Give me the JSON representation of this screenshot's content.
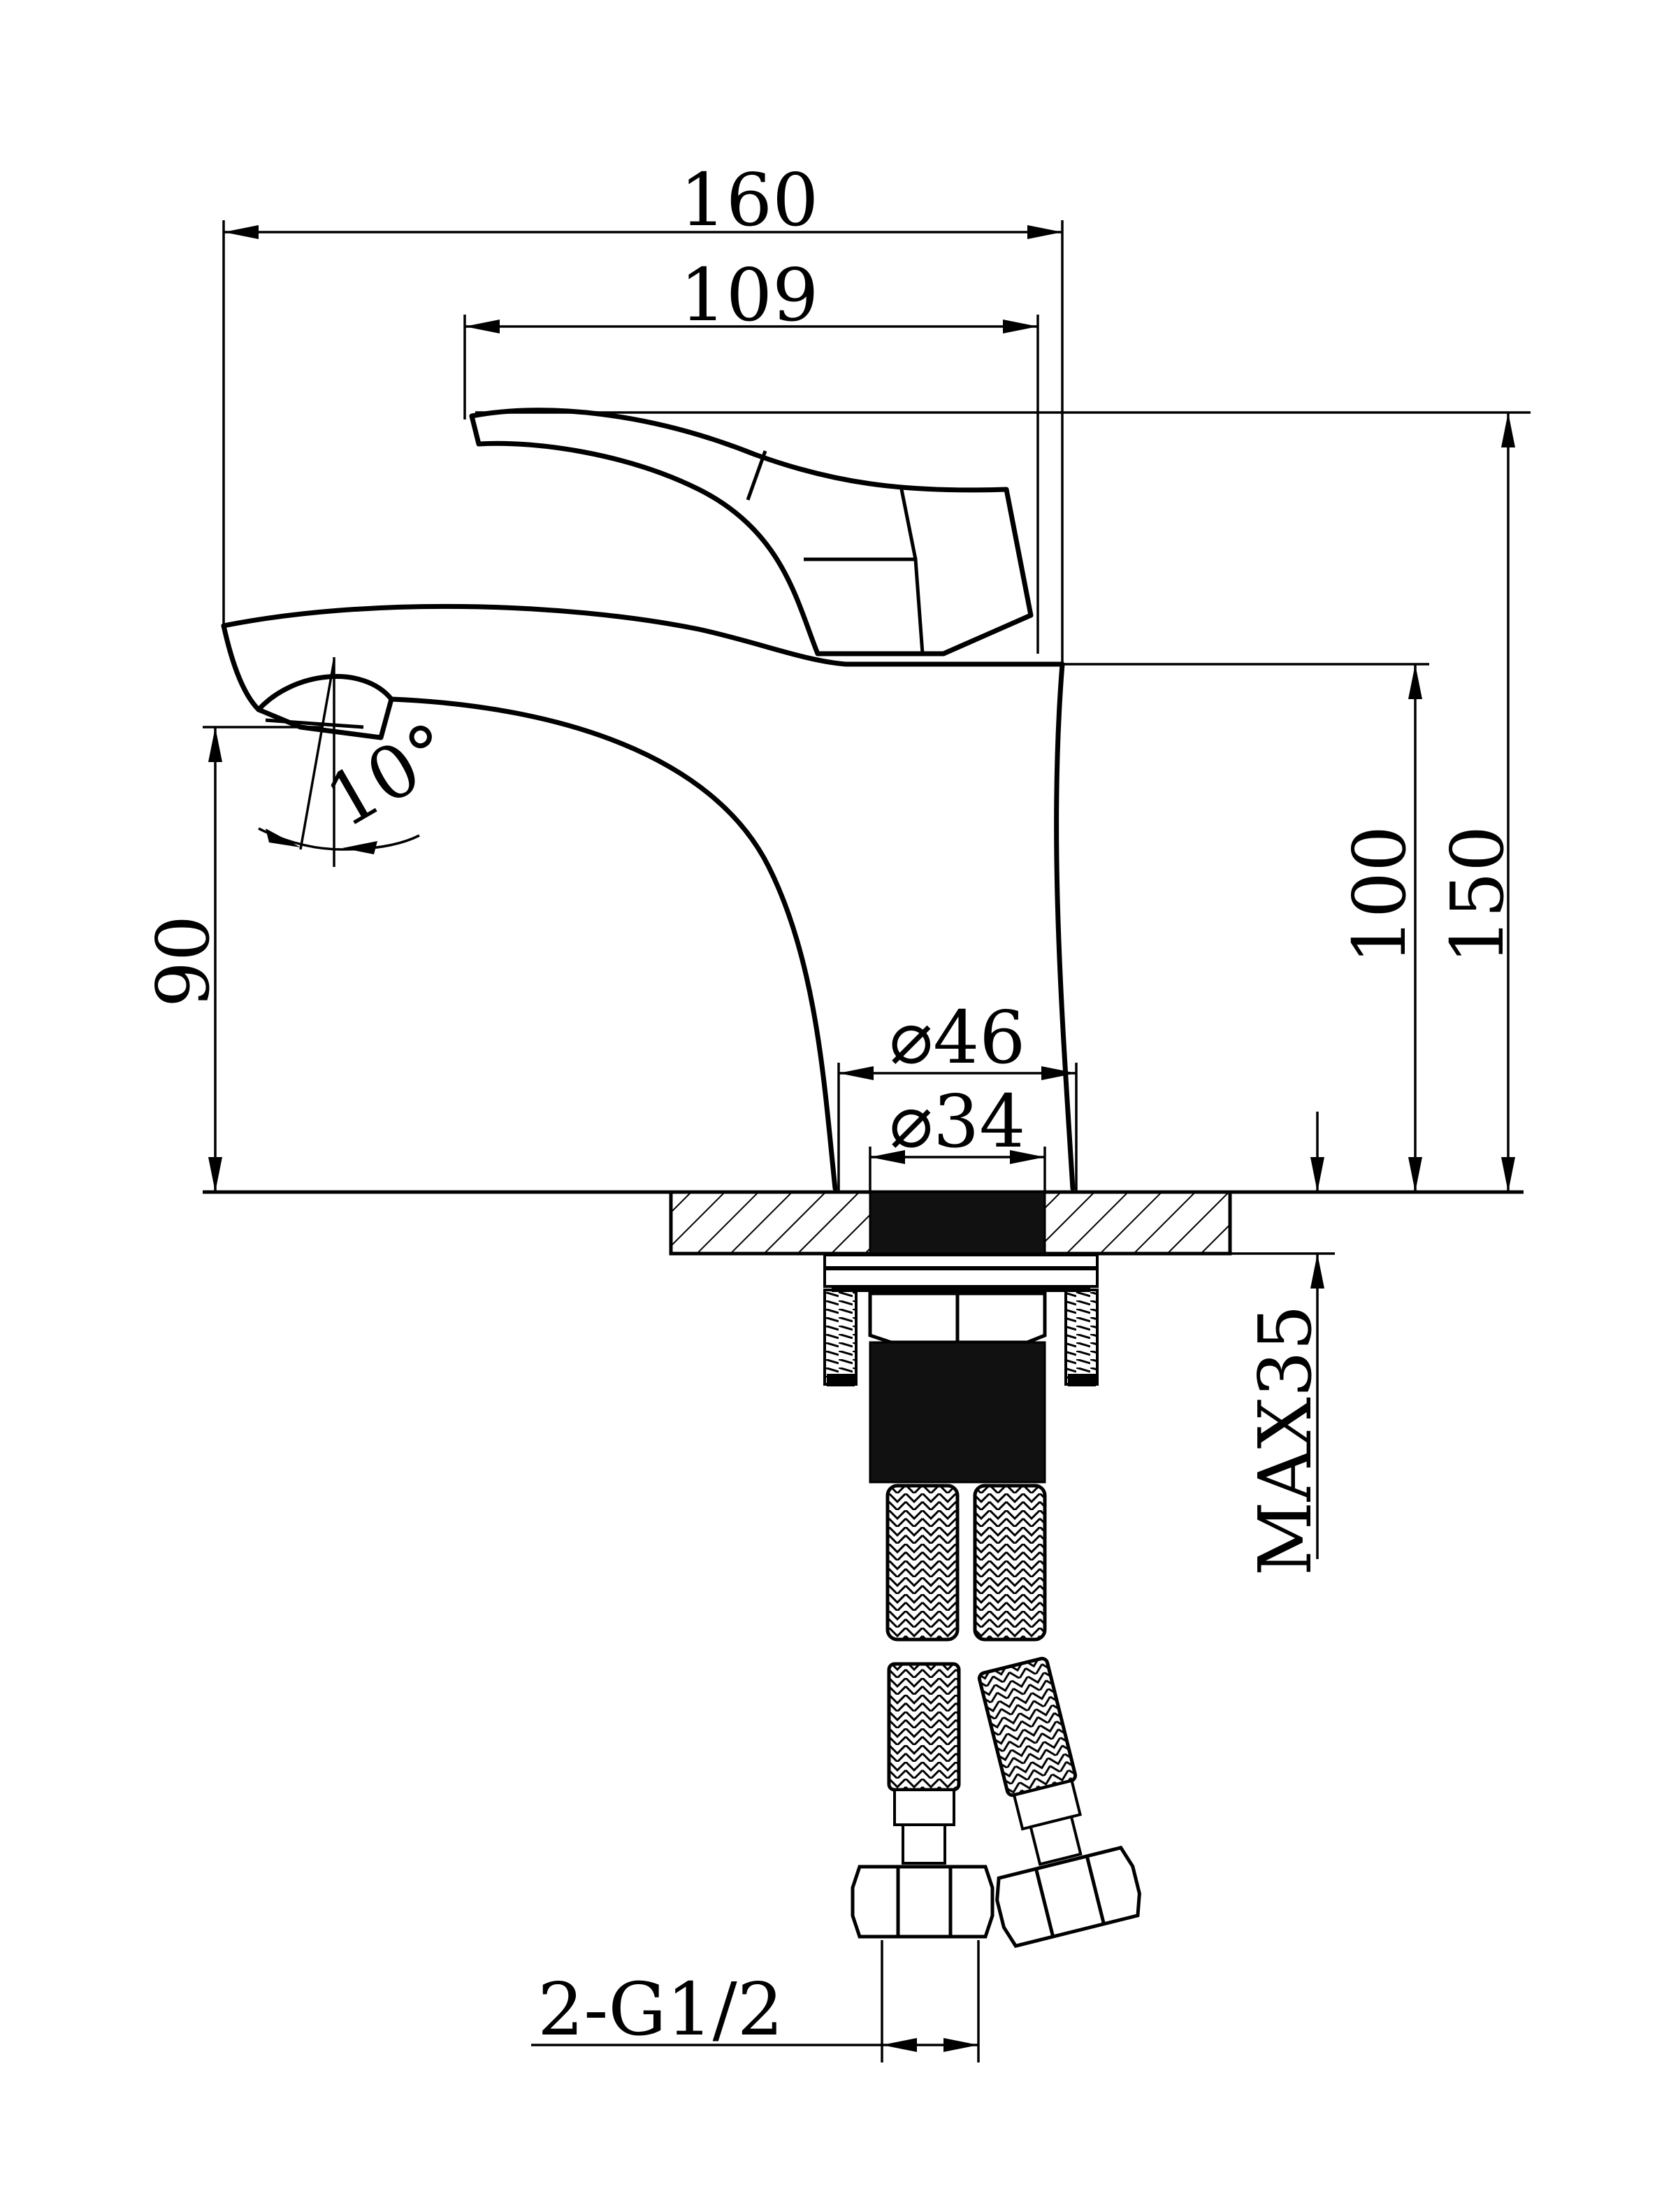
{
  "dimensions": {
    "overall_width": "160",
    "spout_length": "109",
    "overall_height": "150",
    "body_height": "100",
    "outlet_height": "90",
    "spout_angle": "10°",
    "base_diameter": "⌀46",
    "thread_diameter": "⌀34",
    "max_counter_thickness": "MAX35",
    "hose_connection": "2-G1/2"
  },
  "colors": {
    "line": "#000000",
    "background": "#ffffff"
  }
}
